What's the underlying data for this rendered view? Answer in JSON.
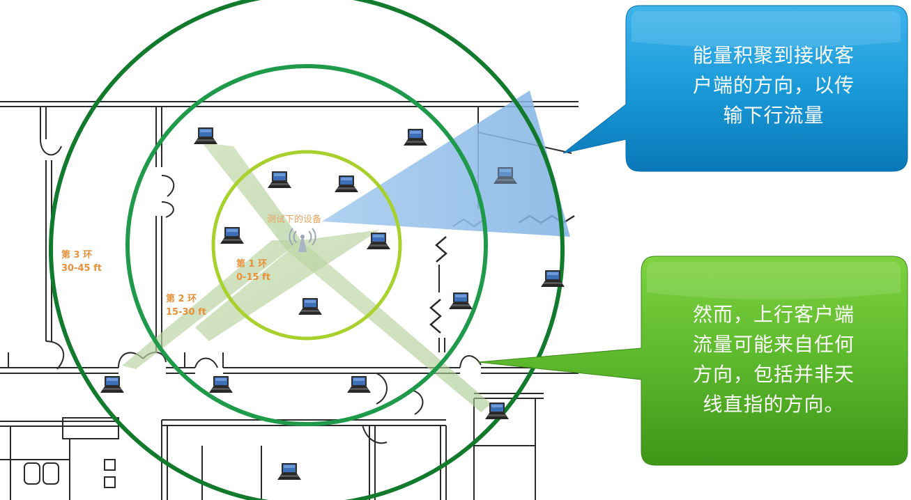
{
  "device_label": "测试下的设备",
  "rings": [
    {
      "line1": "第 1 环",
      "line2": "0-15 ft"
    },
    {
      "line1": "第 2 环",
      "line2": "15-30 ft"
    },
    {
      "line1": "第 3 环",
      "line2": "30-45 ft"
    }
  ],
  "callouts": {
    "downlink": {
      "lines": [
        "能量积聚到接收客",
        "户端的方向，以传",
        "输下行流量"
      ],
      "color": "#1a9ad8"
    },
    "uplink": {
      "lines": [
        "然而，上行客户端",
        "流量可能来自任何",
        "方向，包括并非天",
        "线直指的方向。"
      ],
      "color": "#5cb82c"
    }
  },
  "icons": [
    "laptop-icon",
    "antenna-icon"
  ],
  "colors": {
    "ring1": "#a8d12e",
    "ring2": "#1f9a4a",
    "ring3": "#117a2c",
    "beam": "#8fbde8",
    "uplink_lobe": "#b9d3a0",
    "label": "#e8913a"
  }
}
